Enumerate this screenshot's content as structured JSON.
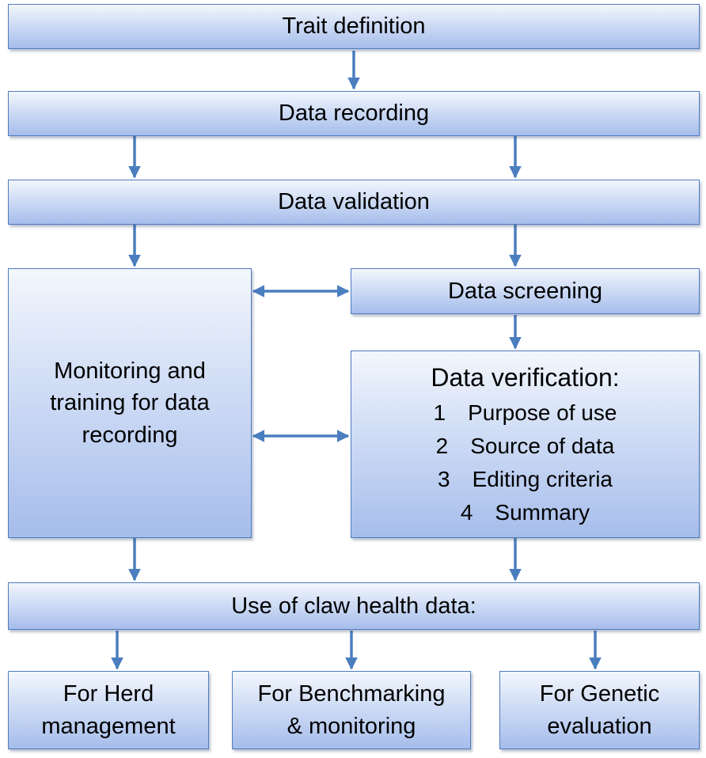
{
  "trait_definition": "Trait definition",
  "data_recording": "Data recording",
  "data_validation": "Data validation",
  "data_screening": "Data screening",
  "monitoring": {
    "lines": [
      "Monitoring and",
      "training for data",
      "recording"
    ]
  },
  "verification": {
    "title": "Data verification:",
    "items": [
      {
        "number": "1",
        "label": "Purpose of use"
      },
      {
        "number": "2",
        "label": "Source of data"
      },
      {
        "number": "3",
        "label": "Editing criteria"
      },
      {
        "number": "4",
        "label": "Summary"
      }
    ]
  },
  "use_of_data": "Use of claw health data:",
  "outputs": [
    {
      "lines": [
        "For Herd",
        "management"
      ]
    },
    {
      "lines": [
        "For Benchmarking",
        "& monitoring"
      ]
    },
    {
      "lines": [
        "For Genetic",
        "evaluation"
      ]
    }
  ],
  "colors": {
    "border": "#4f7bbf",
    "arrow": "#4a7ebf",
    "fill_top": "#f3f7fd",
    "fill_bottom": "#a6bdeb"
  }
}
